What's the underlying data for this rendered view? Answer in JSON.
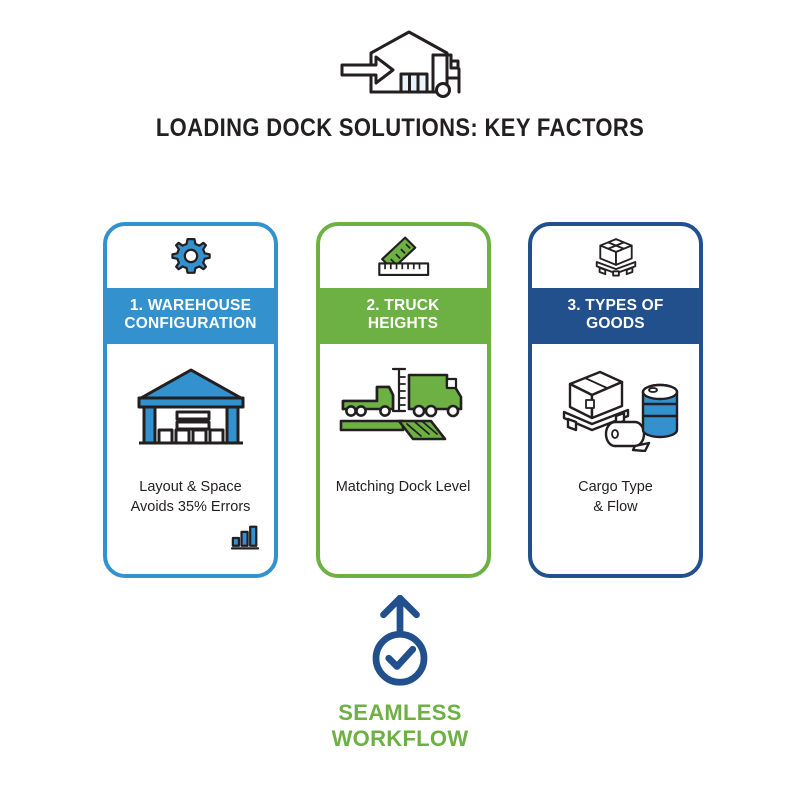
{
  "page": {
    "background_color": "#ffffff",
    "title": "LOADING DOCK SOLUTIONS: KEY FACTORS"
  },
  "header": {
    "icon": "warehouse-truck-inbound-icon",
    "title": "LOADING DOCK SOLUTIONS: KEY FACTORS"
  },
  "colors": {
    "blue": "#3391ce",
    "green": "#6db144",
    "navy": "#21508d",
    "ink": "#231f20",
    "white": "#ffffff"
  },
  "cards": [
    {
      "number": "1.",
      "top_icon": "gear-icon",
      "title_line1": "1. WAREHOUSE",
      "title_line2": "CONFIGURATION",
      "illustration": "warehouse-building-icon",
      "caption_line1": "Layout & Space",
      "caption_line2": "Avoids 35% Errors",
      "badge": "bar-chart-icon",
      "accent": "#3391ce"
    },
    {
      "number": "2.",
      "top_icon": "ruler-set-square-icon",
      "title_line1": "2. TRUCK",
      "title_line2": "HEIGHTS",
      "illustration": "trucks-dock-leveler-icon",
      "caption_line1": "Matching Dock Level",
      "caption_line2": "",
      "badge": "",
      "accent": "#6db144"
    },
    {
      "number": "3.",
      "top_icon": "pallet-box-icon",
      "title_line1": "3. TYPES OF",
      "title_line2": "GOODS",
      "illustration": "cargo-pallet-roll-drum-icon",
      "caption_line1": "Cargo Type",
      "caption_line2": "& Flow",
      "badge": "",
      "accent": "#21508d"
    }
  ],
  "footer": {
    "icon": "arrow-up-check-circle-icon",
    "label_line1": "SEAMLESS",
    "label_line2": "WORKFLOW",
    "label_color": "#6db144"
  }
}
